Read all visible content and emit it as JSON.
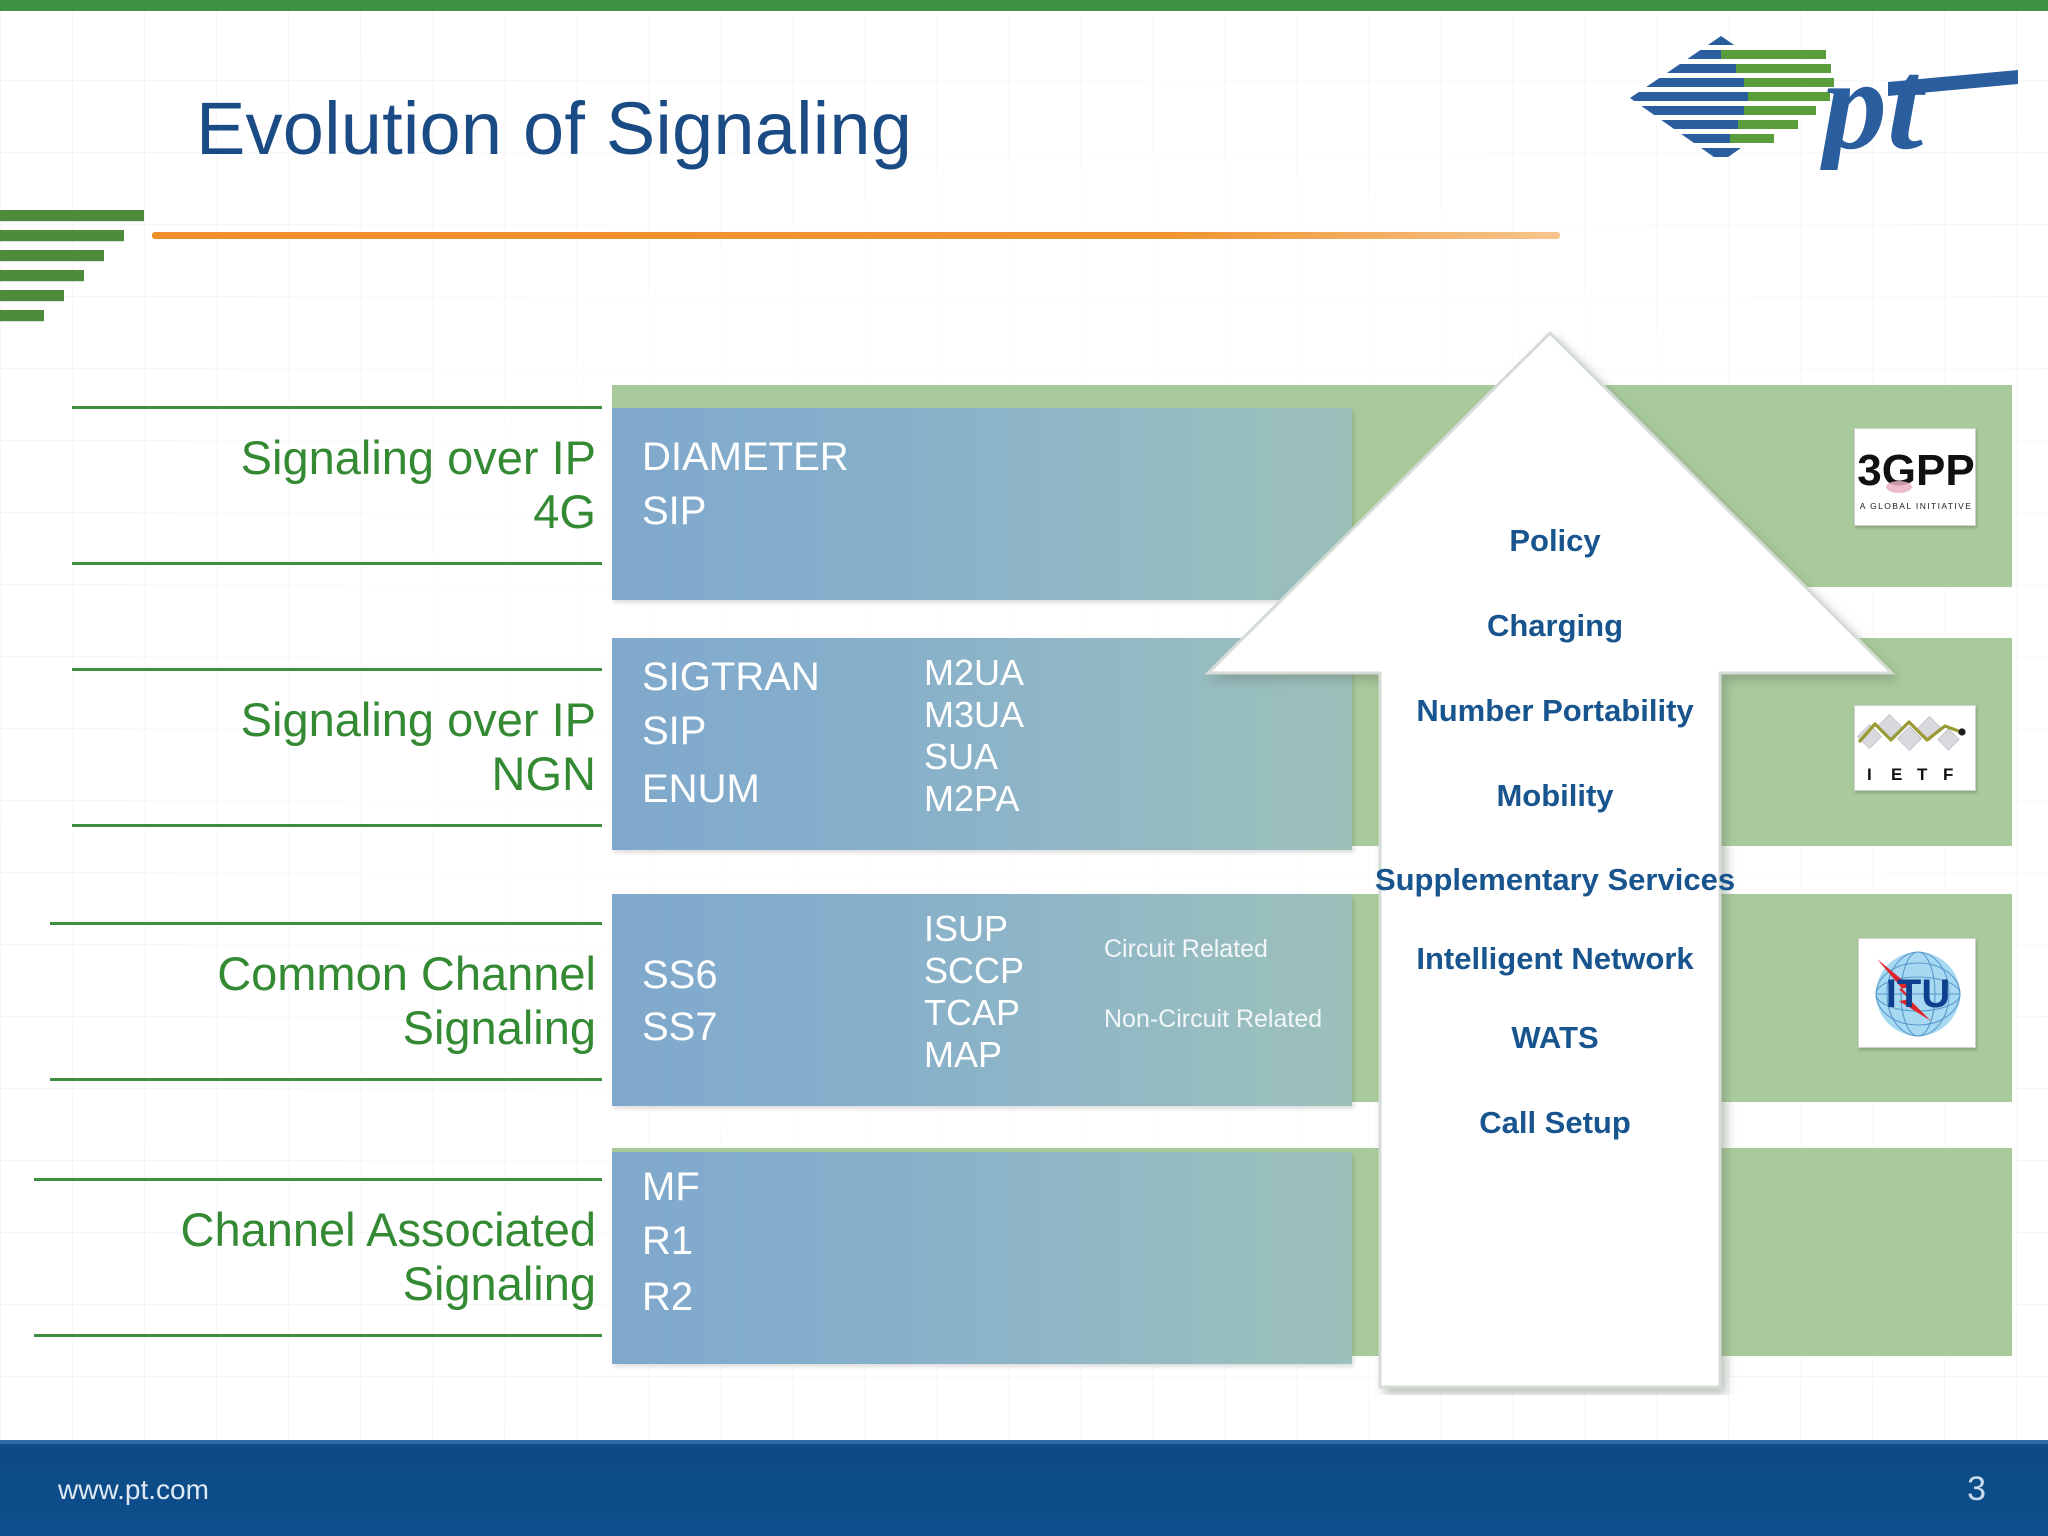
{
  "slide": {
    "title": "Evolution of Signaling",
    "page_number": "3",
    "footer_url": "www.pt.com",
    "brand_logo": "pt-logo",
    "accent_colors": {
      "title_blue": "#1a4b84",
      "rule_orange": "#ef8f2a",
      "top_band_green": "#3f9142",
      "label_green": "#348a33",
      "row_green": "#a9cb9b",
      "row_blue": "#7fa8cc",
      "arrow_text_blue": "#18558f",
      "footer_blue": "#0c4a84"
    }
  },
  "rows": [
    {
      "label": "Signaling over IP\n4G",
      "label_line1": "Signaling over IP",
      "label_line2": "4G",
      "col1": [
        "DIAMETER",
        "SIP"
      ],
      "col2": [],
      "col3": [],
      "org_logo": "3gpp-logo",
      "org_logo_text": "3GPP",
      "org_logo_subtext": "A GLOBAL INITIATIVE"
    },
    {
      "label": "Signaling over IP\nNGN",
      "label_line1": "Signaling over IP",
      "label_line2": "NGN",
      "col1": [
        "SIGTRAN",
        "SIP",
        "ENUM"
      ],
      "col2": [
        "M2UA",
        "M3UA",
        "SUA",
        "M2PA"
      ],
      "col3": [],
      "org_logo": "ietf-logo",
      "org_logo_text": "I E T F",
      "org_logo_subtext": ""
    },
    {
      "label": "Common Channel\nSignaling",
      "label_line1": "Common Channel",
      "label_line2": "Signaling",
      "col1": [
        "SS6",
        "SS7"
      ],
      "col2": [
        "ISUP",
        "SCCP",
        "TCAP",
        "MAP"
      ],
      "col3": [
        "Circuit Related",
        "Non-Circuit Related"
      ],
      "org_logo": "itu-logo",
      "org_logo_text": "ITU",
      "org_logo_subtext": ""
    },
    {
      "label": "Channel Associated\nSignaling",
      "label_line1": "Channel Associated",
      "label_line2": "Signaling",
      "col1": [
        "MF",
        "R1",
        "R2"
      ],
      "col2": [],
      "col3": [],
      "org_logo": "",
      "org_logo_text": "",
      "org_logo_subtext": ""
    }
  ],
  "arrow": {
    "direction": "up",
    "items": [
      "Policy",
      "Charging",
      "Number Portability",
      "Mobility",
      "Supplementary\nServices",
      "Intelligent\nNetwork",
      "WATS",
      "Call Setup"
    ],
    "items_flat": [
      "Policy",
      "Charging",
      "Number Portability",
      "Mobility",
      "Supplementary Services",
      "Intelligent Network",
      "WATS",
      "Call Setup"
    ]
  }
}
